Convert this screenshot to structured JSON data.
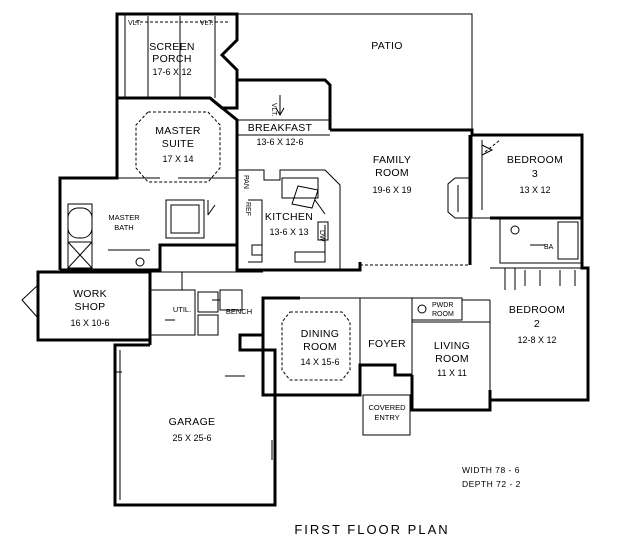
{
  "rooms": {
    "screen_porch": {
      "name_1": "SCREEN",
      "name_2": "PORCH",
      "size": "17-6 X 12"
    },
    "patio": {
      "name": "PATIO"
    },
    "master_suite": {
      "name_1": "MASTER",
      "name_2": "SUITE",
      "size": "17 X 14"
    },
    "breakfast": {
      "name": "BREAKFAST",
      "size": "13-6 X 12-6"
    },
    "family_room": {
      "name_1": "FAMILY",
      "name_2": "ROOM",
      "size": "19-6 X 19"
    },
    "bedroom_3": {
      "name_1": "BEDROOM",
      "name_2": "3",
      "size": "13 X 12"
    },
    "kitchen": {
      "name": "KITCHEN",
      "size": "13-6 X 13"
    },
    "master_bath": {
      "name_1": "MASTER",
      "name_2": "BATH"
    },
    "work_shop": {
      "name_1": "WORK",
      "name_2": "SHOP",
      "size": "16 X 10-6"
    },
    "util": {
      "name": "UTIL."
    },
    "bench": {
      "name": "BENCH"
    },
    "dining_room": {
      "name_1": "DINING",
      "name_2": "ROOM",
      "size": "14 X 15-6"
    },
    "foyer": {
      "name": "FOYER"
    },
    "powder_room": {
      "name_1": "PWDR",
      "name_2": "ROOM"
    },
    "living_room": {
      "name_1": "LIVING",
      "name_2": "ROOM",
      "size": "11 X 11"
    },
    "bedroom_2": {
      "name_1": "BEDROOM",
      "name_2": "2",
      "size": "12-8 X 12"
    },
    "bath": {
      "name": "BA"
    },
    "covered_entry": {
      "name_1": "COVERED",
      "name_2": "ENTRY"
    },
    "garage": {
      "name": "GARAGE",
      "size": "25 X 25-6"
    }
  },
  "annotations": {
    "vlt_1": "VLT.",
    "vlt_2": "VLT.",
    "vlt_3": "VLT.",
    "pan": "PAN",
    "ref": "REF",
    "dw": "DW"
  },
  "dimensions": {
    "width": "WIDTH  78 - 6",
    "depth": "DEPTH  72 - 2"
  },
  "plan_title": "FIRST FLOOR PLAN"
}
